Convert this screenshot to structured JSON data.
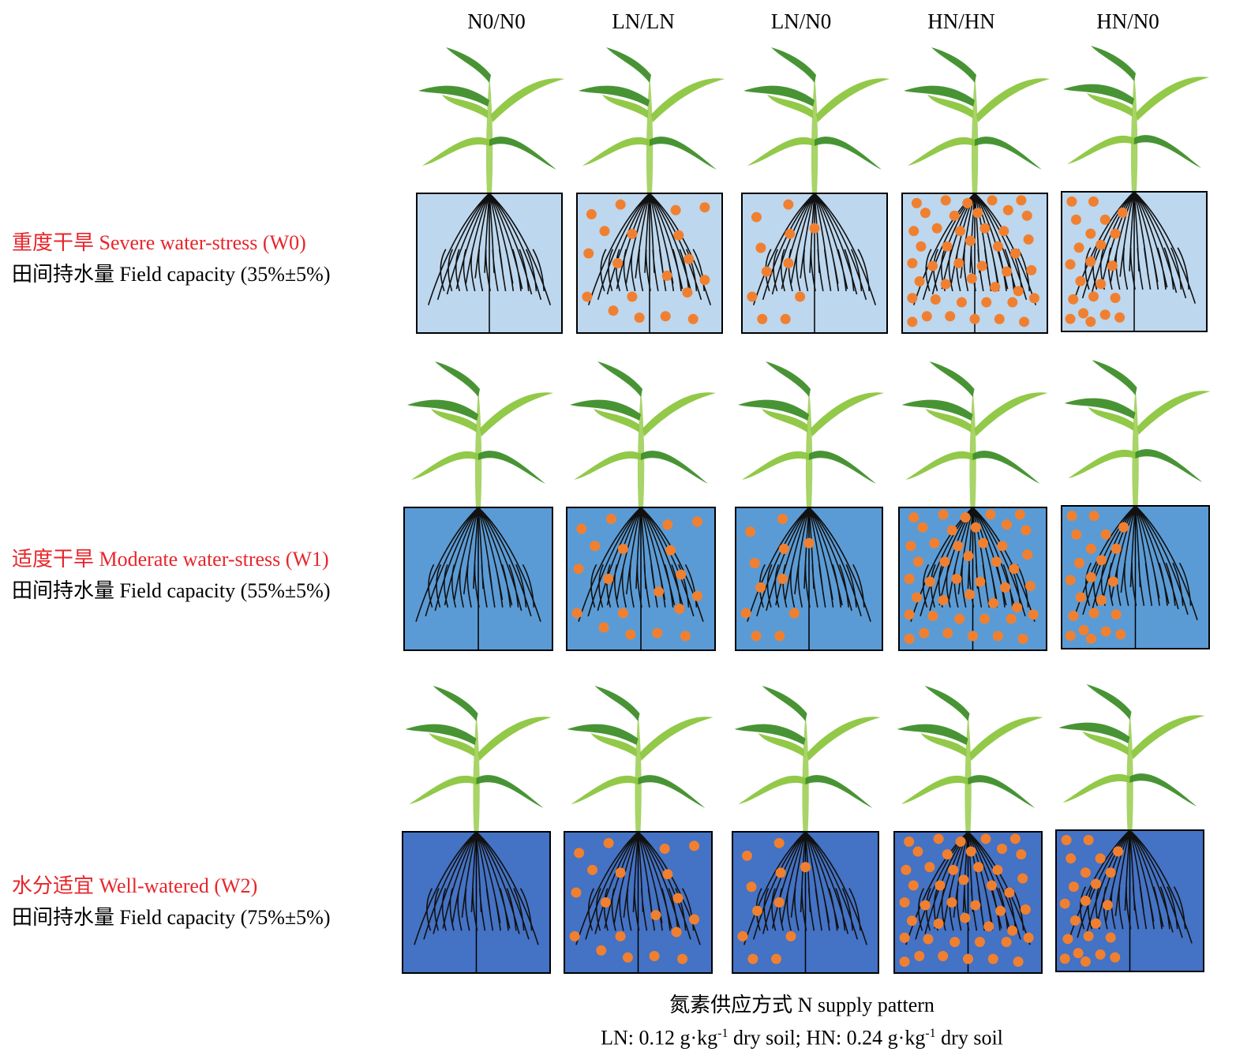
{
  "columns": [
    {
      "label": "N0/N0",
      "n_level": "none",
      "second_half_n": false
    },
    {
      "label": "LN/LN",
      "n_level": "low",
      "second_half_n": true
    },
    {
      "label": "LN/N0",
      "n_level": "low",
      "second_half_n": false
    },
    {
      "label": "HN/HN",
      "n_level": "high",
      "second_half_n": true
    },
    {
      "label": "HN/N0",
      "n_level": "high",
      "second_half_n": false
    }
  ],
  "rows": [
    {
      "name_zh": "重度干旱",
      "name_en": "Severe water-stress (W0)",
      "capacity_zh": "田间持水量",
      "capacity_en": "Field capacity (35%±5%)",
      "soil_color": "#bdd7ee"
    },
    {
      "name_zh": "适度干旱",
      "name_en": "Moderate water-stress (W1)",
      "capacity_zh": "田间持水量",
      "capacity_en": "Field capacity (55%±5%)",
      "soil_color": "#5b9bd5"
    },
    {
      "name_zh": "水分适宜",
      "name_en": "Well-watered (W2)",
      "capacity_zh": "田间持水量",
      "capacity_en": "Field capacity (75%±5%)",
      "soil_color": "#4472c4"
    }
  ],
  "footer": {
    "line1": "氮素供应方式 N supply pattern",
    "ln_prefix": "LN: 0.12 g·kg",
    "ln_sup": "-1",
    "ln_suffix": " dry soil; HN: 0.24 g·kg",
    "hn_sup": "-1",
    "hn_suffix": " dry soil"
  },
  "colors": {
    "fertilizer": "#f08030",
    "root": "#111111",
    "leaf_dark": "#3e8e2a",
    "leaf_light": "#8cc63f",
    "stem": "#a8d468"
  }
}
